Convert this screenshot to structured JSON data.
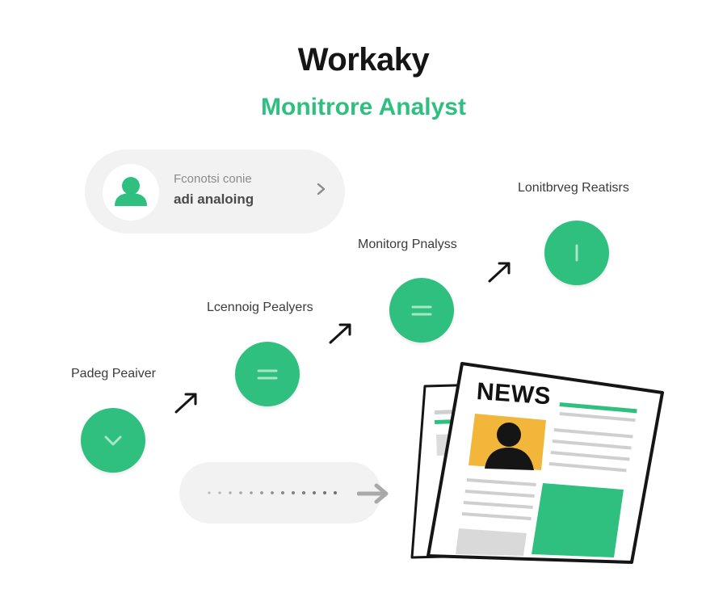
{
  "header": {
    "title": "Workaky",
    "subtitle": "Monitrore Analyst"
  },
  "profile_card": {
    "line1": "Fconotsi conie",
    "line2": "adi analoing",
    "icon": "user-icon",
    "action_icon": "chevron-right-icon"
  },
  "flow": {
    "steps": [
      {
        "label": "Padeg Peaiver",
        "icon": "chevron-down-icon"
      },
      {
        "label": "Lcennoig Pealyers",
        "icon": "equals-icon"
      },
      {
        "label": "Monitorg Pnalyss",
        "icon": "equals-icon"
      },
      {
        "label": "Lonitbrveg Reatisrs",
        "icon": "vertical-bar-icon"
      }
    ]
  },
  "colors": {
    "accent": "#2fbf7f",
    "title": "#151515",
    "panel": "#f2f2f2",
    "news_photo": "#f2b63a"
  },
  "news": {
    "masthead": "NEWS",
    "icon": "newspaper-icon"
  }
}
